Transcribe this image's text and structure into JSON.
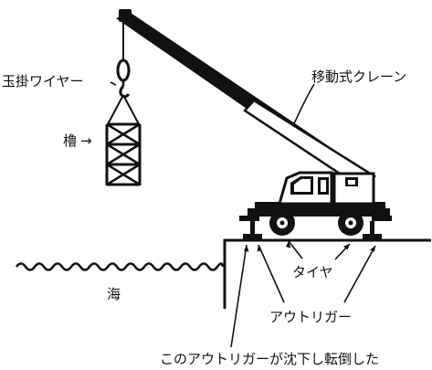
{
  "labels": {
    "hoisting_wire": "玉掛ワイヤー",
    "tower": "櫓",
    "arrow": "→",
    "mobile_crane": "移動式クレーン",
    "sea": "海",
    "tire": "タイヤ",
    "outrigger": "アウトリガー",
    "caption": "このアウトリガーが沈下し転倒した"
  },
  "colors": {
    "ink": "#111111",
    "background": "#ffffff",
    "cab_window": "#ffffff"
  }
}
